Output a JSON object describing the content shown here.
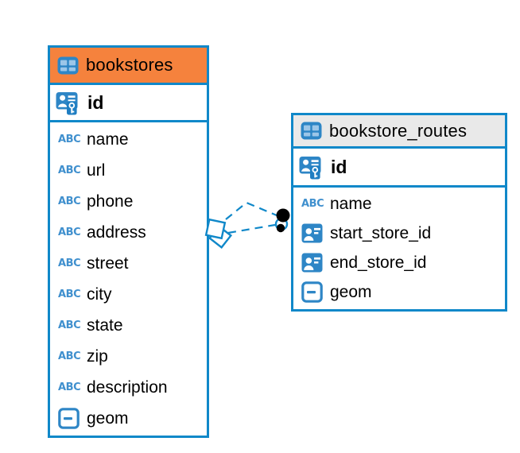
{
  "diagram": {
    "tables": [
      {
        "name": "bookstores",
        "header_color": "#f5823d",
        "primary_key": {
          "name": "id"
        },
        "columns": [
          {
            "name": "name",
            "type": "text"
          },
          {
            "name": "url",
            "type": "text"
          },
          {
            "name": "phone",
            "type": "text"
          },
          {
            "name": "address",
            "type": "text"
          },
          {
            "name": "street",
            "type": "text"
          },
          {
            "name": "city",
            "type": "text"
          },
          {
            "name": "state",
            "type": "text"
          },
          {
            "name": "zip",
            "type": "text"
          },
          {
            "name": "description",
            "type": "text"
          },
          {
            "name": "geom",
            "type": "geometry"
          }
        ]
      },
      {
        "name": "bookstore_routes",
        "header_color": "#e9e9e9",
        "primary_key": {
          "name": "id"
        },
        "columns": [
          {
            "name": "name",
            "type": "text"
          },
          {
            "name": "start_store_id",
            "type": "foreign-key"
          },
          {
            "name": "end_store_id",
            "type": "foreign-key"
          },
          {
            "name": "geom",
            "type": "geometry"
          }
        ]
      }
    ],
    "relationship": {
      "from_table": "bookstores",
      "to_table": "bookstore_routes",
      "line_style": "dashed",
      "line_color": "#1088c9"
    },
    "icons": {
      "text_type_label": "ABC",
      "table_icon": "table-grid-icon",
      "primary_key_icon": "person-key-icon",
      "foreign_key_icon": "person-card-icon",
      "geometry_icon": "square-dash-icon"
    },
    "colors": {
      "table_border": "#1088c9",
      "bookstores_header": "#f5823d",
      "routes_header": "#e9e9e9",
      "icon_blue": "#2e86c6",
      "icon_cell_blue": "#9cc6e8",
      "abc_blue": "#4090ce",
      "text": "#000000",
      "canvas": "#ffffff"
    }
  }
}
